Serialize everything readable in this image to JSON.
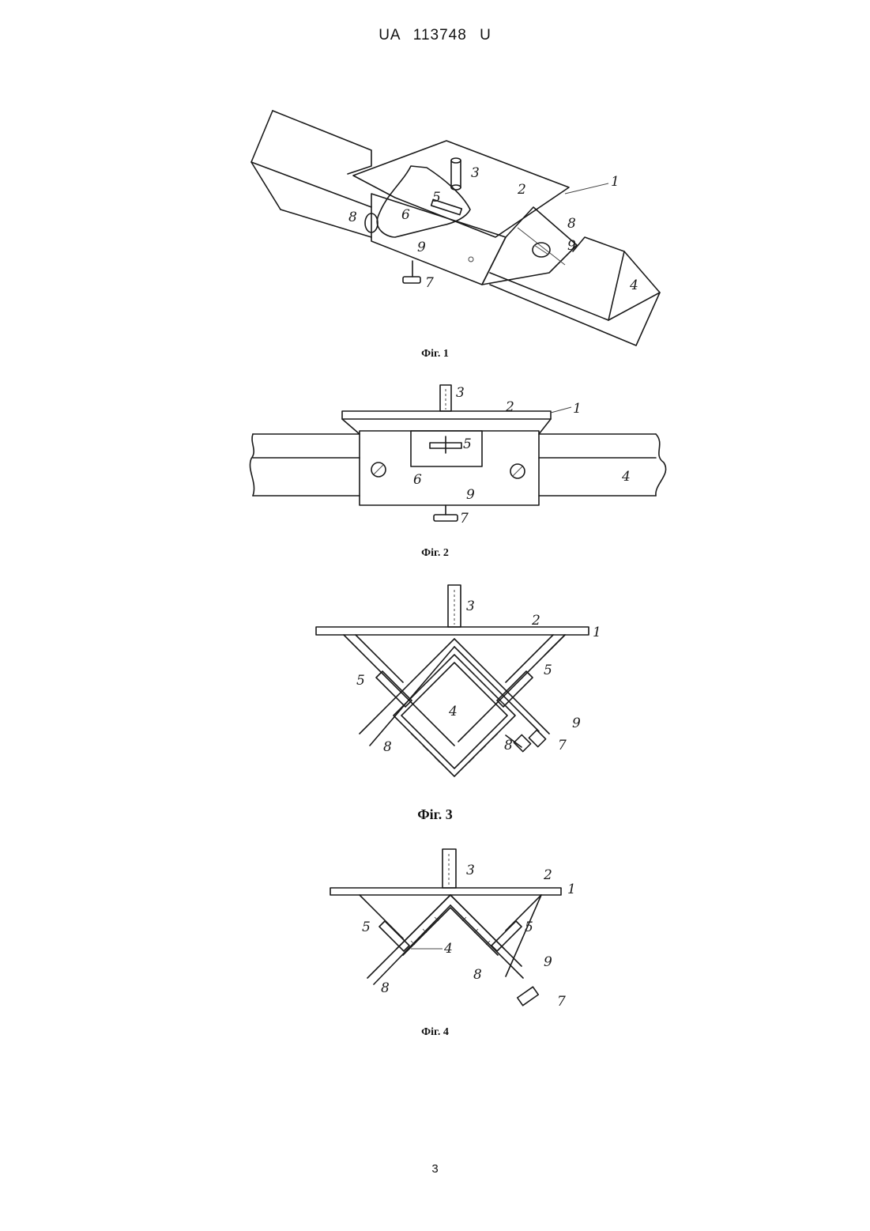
{
  "header": {
    "doc_number": "UA   113748   U"
  },
  "figures": [
    {
      "caption": "Фіг. 1",
      "labels": {
        "l1": "1",
        "l2": "2",
        "l3": "3",
        "l4": "4",
        "l5": "5",
        "l6": "6",
        "l7": "7",
        "l8": "8",
        "l8b": "8",
        "l9": "9",
        "l9b": "9"
      }
    },
    {
      "caption": "Фіг. 2",
      "labels": {
        "l1": "1",
        "l2": "2",
        "l3": "3",
        "l4": "4",
        "l5": "5",
        "l6": "6",
        "l7": "7",
        "l9": "9"
      }
    },
    {
      "caption": "Фіг. 3",
      "labels": {
        "l1": "1",
        "l2": "2",
        "l3": "3",
        "l4": "4",
        "l5a": "5",
        "l5b": "5",
        "l7": "7",
        "l8a": "8",
        "l8b": "8",
        "l9": "9"
      }
    },
    {
      "caption": "Фіг. 4",
      "labels": {
        "l1": "1",
        "l2": "2",
        "l3": "3",
        "l4": "4",
        "l5a": "5",
        "l5b": "5",
        "l7": "7",
        "l8a": "8",
        "l8b": "8",
        "l9": "9"
      }
    }
  ],
  "footer": {
    "page_number": "3"
  }
}
